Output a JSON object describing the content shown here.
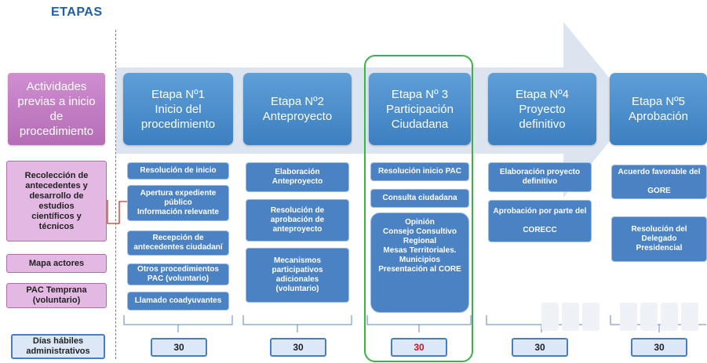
{
  "title": "ETAPAS",
  "colors": {
    "stage_blue": "#4a87c8",
    "box_blue": "#4a82c4",
    "pink": "#e3b9e3",
    "highlight": "#3cb34a",
    "red_day": "#d0121b"
  },
  "pre_stage": "Actividades\nprevias a inicio\nde\nprocedimiento",
  "pre_activities": [
    "Recolección de\nantecedentes y\ndesarrollo de\nestudios\ncientíficos y\ntécnicos",
    "Mapa actores",
    "PAC Temprana\n(voluntario)"
  ],
  "stages": [
    {
      "name": "Etapa Nº1\nInicio del\nprocedimiento",
      "boxes": [
        "Resolución de inicio",
        "Apertura expediente\npúblico\nInformación relevante",
        "Recepción de\nantecedentes ciudadaní",
        "Otros procedimientos\nPAC (voluntario)",
        "Llamado coadyuvantes"
      ]
    },
    {
      "name": "Etapa Nº2\nAnteproyecto",
      "boxes": [
        "Elaboración\nAnteproyecto",
        "Resolución de\naprobación de\nanteproyecto",
        "Mecanismos\nparticipativos\nadicionales\n(voluntario)"
      ]
    },
    {
      "name": "Etapa Nº 3\nParticipación\nCiudadana",
      "boxes": [
        "Resolución inicio PAC",
        "Consulta ciudadana",
        "Opinión\nConsejo Consultivo\nRegional\nMesas Territoriales.\nMunicipios\nPresentación al CORE"
      ]
    },
    {
      "name": "Etapa Nº4\nProyecto\ndefinitivo",
      "boxes": [
        "Elaboración proyecto\ndefinitivo",
        "Aprobación por parte del\n\nCORECC"
      ]
    },
    {
      "name": "Etapa Nº5\nAprobación",
      "boxes": [
        "Acuerdo favorable del\n\nGORE",
        "Resolución del Delegado\nPresidencial"
      ]
    }
  ],
  "days_label": "Días hábiles\nadministrativos",
  "days": [
    "30",
    "30",
    "30",
    "30",
    "30"
  ],
  "highlighted_stage": "Etapa Nº 3"
}
